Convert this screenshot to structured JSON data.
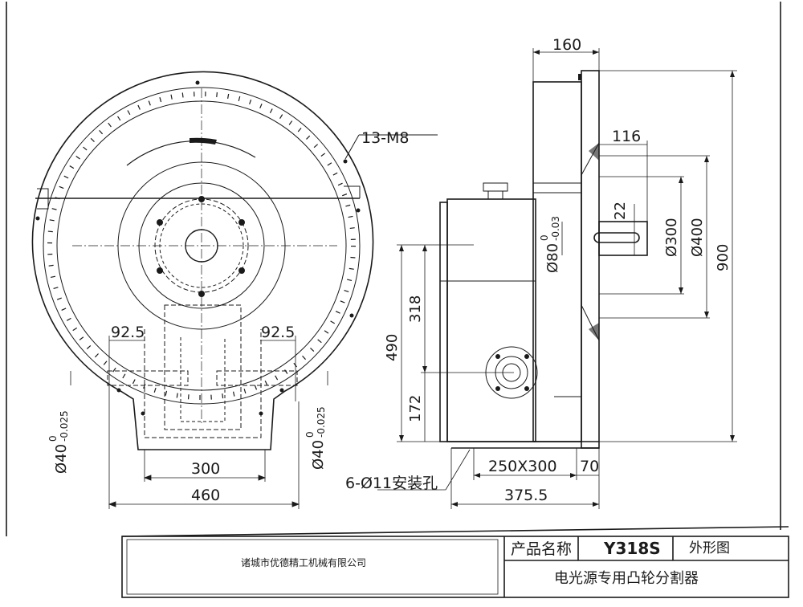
{
  "drawing": {
    "callouts": {
      "tapped_holes": "13-M8",
      "mount_holes": "6-Ø11安装孔"
    },
    "dimensions": {
      "side_top_width": "160",
      "shaft_flange": "116",
      "key_width": "22",
      "shaft_dia": "Ø80",
      "shaft_tol_upper": "0",
      "shaft_tol_lower": "-0.03",
      "dia_300": "Ø300",
      "dia_400": "Ø400",
      "height_900": "900",
      "height_490": "490",
      "height_318": "318",
      "height_172": "172",
      "base_250x300": "250X300",
      "base_70": "70",
      "base_375": "375.5",
      "left_92_5": "92.5",
      "right_92_5": "92.5",
      "left_shaft_dia": "Ø40",
      "left_shaft_upper": "0",
      "left_shaft_lower": "-0.025",
      "right_shaft_dia": "Ø40",
      "right_shaft_upper": "0",
      "right_shaft_lower": "-0.025",
      "width_300": "300",
      "width_460": "460"
    }
  },
  "title_block": {
    "company": "诸城市优德精工机械有限公司",
    "product_name_label": "产品名称",
    "model": "Y318S",
    "drawing_type": "外形图",
    "description": "电光源专用凸轮分割器"
  }
}
